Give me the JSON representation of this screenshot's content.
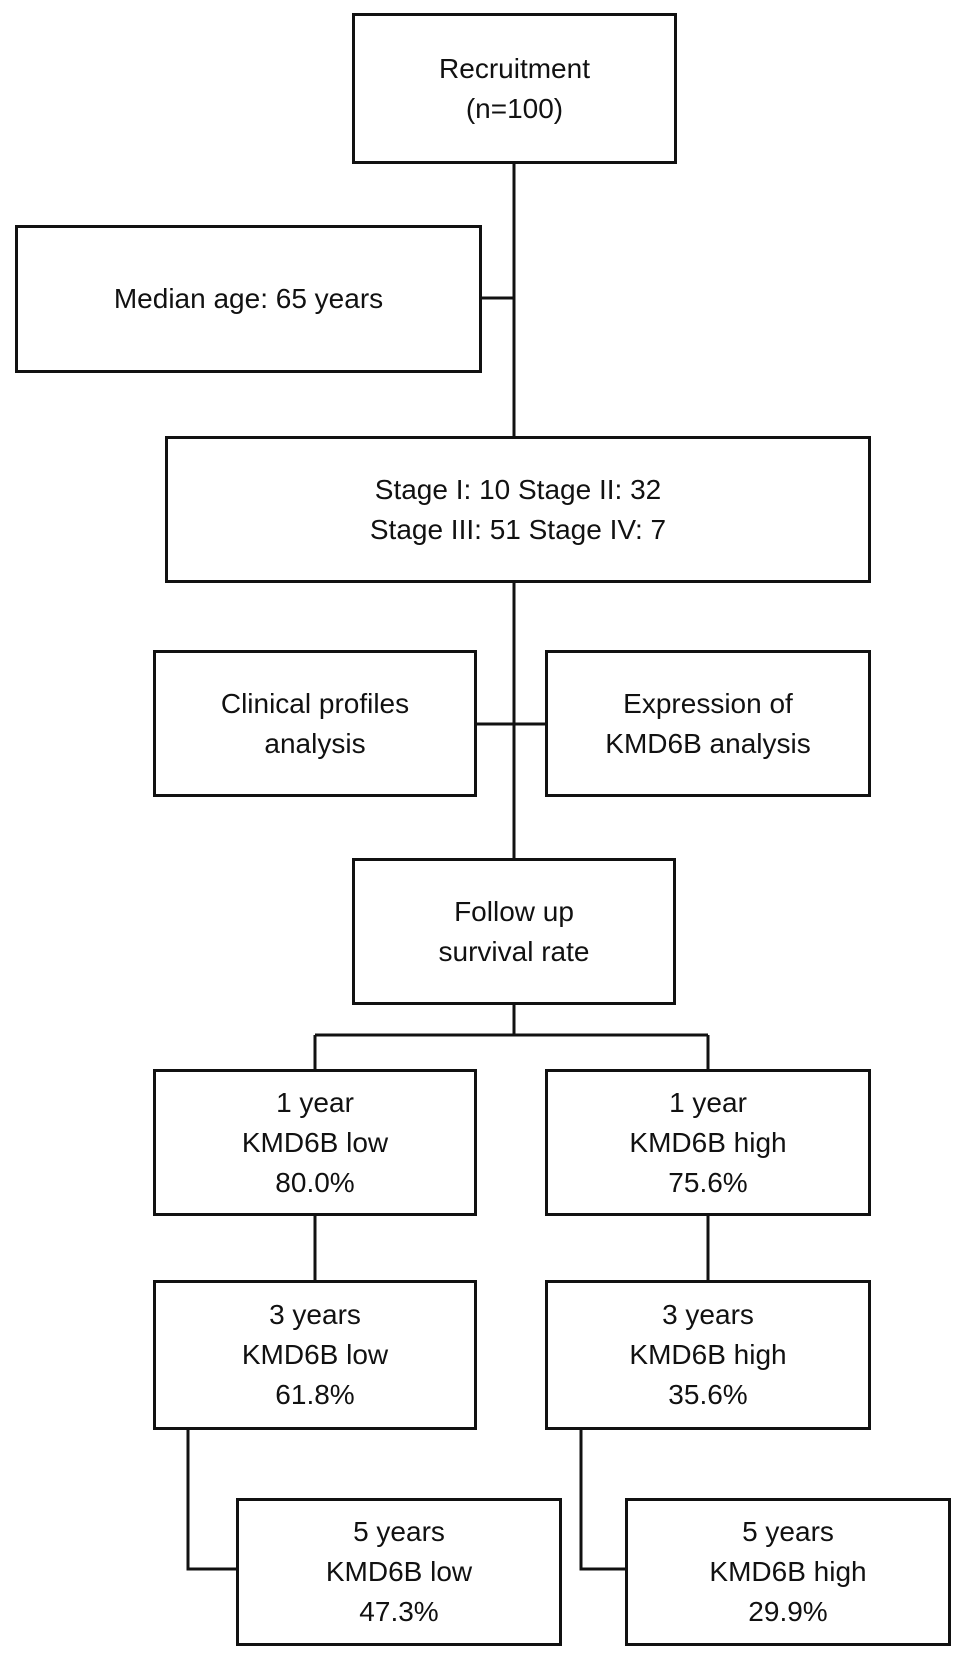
{
  "nodes": {
    "recruitment": [
      "Recruitment",
      "(n=100)"
    ],
    "median_age": [
      "Median age: 65 years"
    ],
    "stages": [
      "Stage I: 10 Stage II: 32",
      "Stage III: 51 Stage IV: 7"
    ],
    "clinical": [
      "Clinical profiles",
      "analysis"
    ],
    "expression": [
      "Expression of",
      "KMD6B analysis"
    ],
    "follow_up": [
      "Follow up",
      "survival rate"
    ],
    "low_1y": [
      "1 year",
      "KMD6B low",
      "80.0%"
    ],
    "high_1y": [
      "1 year",
      "KMD6B high",
      "75.6%"
    ],
    "low_3y": [
      "3 years",
      "KMD6B low",
      "61.8%"
    ],
    "high_3y": [
      "3 years",
      "KMD6B high",
      "35.6%"
    ],
    "low_5y": [
      "5 years",
      "KMD6B low",
      "47.3%"
    ],
    "high_5y": [
      "5 years",
      "KMD6B high",
      "29.9%"
    ]
  }
}
